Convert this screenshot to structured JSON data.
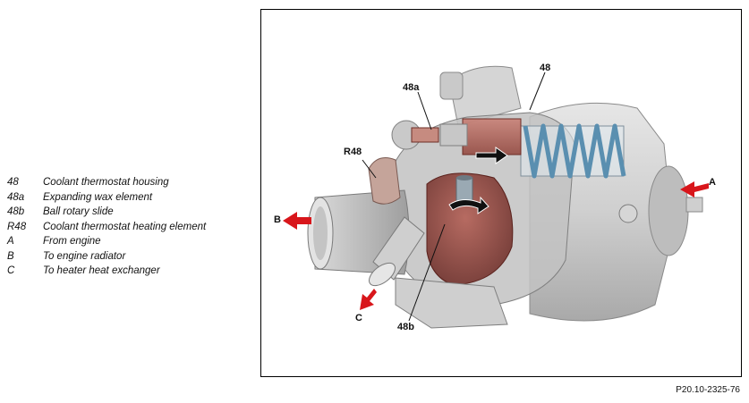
{
  "legend": [
    {
      "key": "48",
      "desc": "Coolant thermostat housing"
    },
    {
      "key": "48a",
      "desc": "Expanding wax element"
    },
    {
      "key": "48b",
      "desc": "Ball rotary slide"
    },
    {
      "key": "R48",
      "desc": "Coolant thermostat heating element"
    },
    {
      "key": "A",
      "desc": "From engine"
    },
    {
      "key": "B",
      "desc": "To engine radiator"
    },
    {
      "key": "C",
      "desc": "To heater heat exchanger"
    }
  ],
  "callouts": {
    "c48": "48",
    "c48a": "48a",
    "cR48": "R48",
    "cA": "A",
    "cB": "B",
    "cC": "C",
    "c48b": "48b"
  },
  "figure_ref": "P20.10-2325-76",
  "colors": {
    "arrow_red": "#d8161b",
    "spring_blue": "#5a8fb0",
    "wax_red": "#c0392b",
    "housing_grey": "#c8c8c8"
  }
}
